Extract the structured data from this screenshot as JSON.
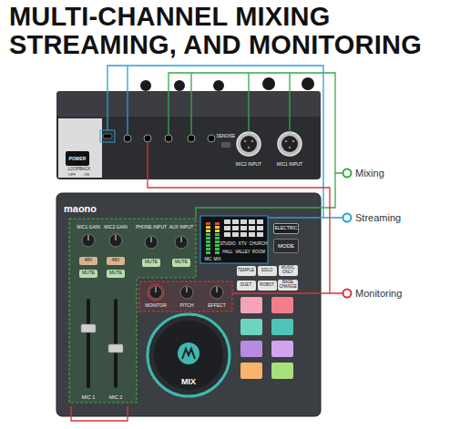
{
  "diagram": {
    "title": "MULTI-CHANNEL MIXING STREAMING, AND MONITORING",
    "nodes": [
      {
        "text": [
          "48V"
        ]
      },
      {
        "text": [
          "48V"
        ]
      },
      {
        "text": [
          "MUTE"
        ]
      },
      {
        "text": [
          "MUTE"
        ]
      },
      {
        "text": [
          "MUTE"
        ]
      },
      {
        "text": [
          "MUTE"
        ]
      },
      {
        "text": [
          "ELECTRIC"
        ]
      },
      {
        "text": [
          "MODE"
        ]
      },
      {
        "text": [
          "TEMPLE"
        ]
      },
      {
        "text": [
          "SOLO"
        ]
      },
      {
        "text": [
          "MUSIC ONLY"
        ]
      },
      {
        "text": [
          "DUET"
        ]
      },
      {
        "text": [
          "ROBOT"
        ]
      },
      {
        "text": [
          "BASE CHANGE"
        ]
      }
    ],
    "labels": [
      "POWER",
      "LOOPBACK",
      "OFF",
      "ON",
      "DENOISE",
      "MIC2 INPUT",
      "MIC1 INPUT",
      "maono",
      "MIC1 GAIN",
      "MIC2 GAIN",
      "PHONE INPUT",
      "AUX INPUT",
      "STUDIO",
      "KTV",
      "CHURCH",
      "HALL",
      "VALLEY",
      "ROOM",
      "MIC",
      "MIX",
      "MONITOR",
      "PITCH",
      "EFFECT",
      "MIX",
      "MIC 1",
      "MIC 2",
      "Mixing",
      "Streaming",
      "Monitoring"
    ]
  }
}
